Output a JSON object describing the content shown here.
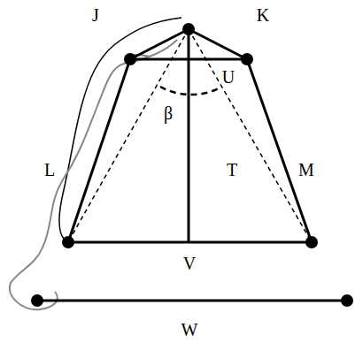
{
  "diagram": {
    "labels": [
      "J",
      "K",
      "U",
      "β",
      "L",
      "T",
      "M",
      "V",
      "W"
    ]
  }
}
